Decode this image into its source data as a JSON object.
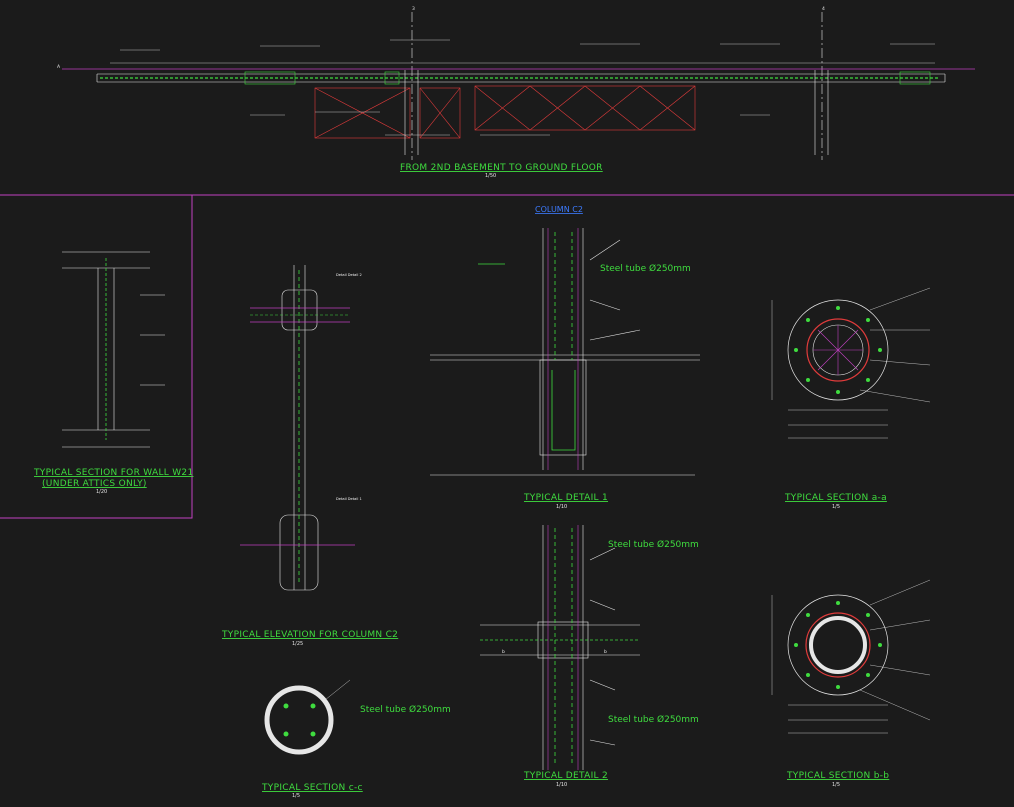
{
  "drawing": {
    "background": "#1b1b1b",
    "colors": {
      "magenta": "#c040c0",
      "green": "#3fdc3f",
      "white": "#e6e6e6",
      "red": "#e03b3b",
      "cyan": "#3fc9c9",
      "blue": "#3d7bff"
    },
    "grid_labels": [
      "A",
      "3",
      "4"
    ],
    "titles": {
      "basement": "FROM 2ND BASEMENT TO GROUND FLOOR",
      "wall": "TYPICAL SECTION FOR WALL W21",
      "wall_sub": "(UNDER ATTICS ONLY)",
      "column_elev": "TYPICAL ELEVATION FOR COLUMN C2",
      "column_c2": "COLUMN C2",
      "detail1": "TYPICAL DETAIL 1",
      "detail2": "TYPICAL DETAIL 2",
      "section_aa": "TYPICAL SECTION a-a",
      "section_bb": "TYPICAL SECTION b-b",
      "section_cc": "TYPICAL SECTION c-c"
    },
    "scales": {
      "basement": "1/50",
      "wall": "1/20",
      "column_elev": "1/25",
      "detail1": "1/10",
      "detail2": "1/10",
      "section_aa": "1/5",
      "section_bb": "1/5",
      "section_cc": "1/5"
    },
    "notes": {
      "steel_tube": "Steel tube Ø250mm",
      "detail_label_2": "Detail Detail 2",
      "detail_label_1": "Detail Detail 1",
      "cut_label": "b"
    }
  }
}
